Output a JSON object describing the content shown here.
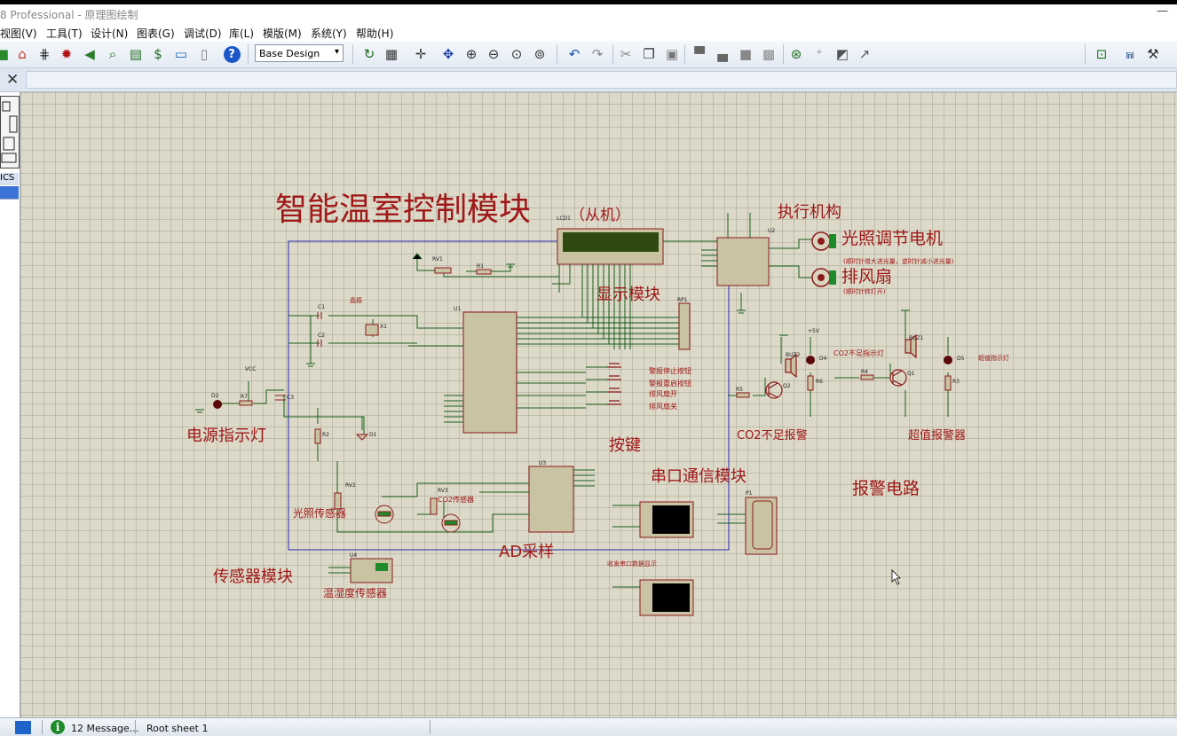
{
  "window": {
    "title": "8 Professional - 原理图绘制"
  },
  "menu": [
    "视图(V)",
    "工具(T)",
    "设计(N)",
    "图表(G)",
    "调试(D)",
    "库(L)",
    "模版(M)",
    "系统(Y)",
    "帮助(H)"
  ],
  "toolbar": {
    "design_variant": "Base Design",
    "icons": [
      "home-icon",
      "pcb-layout-icon",
      "component-icon",
      "back-annotate-icon",
      "search-icon",
      "bom-icon",
      "cost-icon",
      "netlist-icon",
      "document-icon",
      "help-icon",
      "refresh-icon",
      "grid-icon",
      "origin-icon",
      "pan-icon",
      "zoom-in-icon",
      "zoom-out-icon",
      "zoom-all-icon",
      "zoom-area-icon",
      "undo-icon",
      "redo-icon",
      "cut-icon",
      "copy-icon",
      "paste-icon",
      "block-copy-icon",
      "block-move-icon",
      "block-rotate-icon",
      "block-delete-icon",
      "pick-device-icon",
      "make-device-icon",
      "package-tool-icon",
      "decompose-icon",
      "wire-autorouter-icon",
      "search-tag-icon",
      "property-tool-icon"
    ]
  },
  "left_panel": {
    "label": "ICS"
  },
  "schematic": {
    "labels": {
      "main_title": "智能温室控制模块",
      "main_sub": "（从机）",
      "display": "显示模块",
      "actuator": "执行机构",
      "light_motor": "光照调节电机",
      "light_motor_note": "(顺时针增大进光量，逆时针减小进光量)",
      "fan": "排风扇",
      "fan_note": "(顺时针转打开)",
      "crystal": "晶振",
      "power_led": "电源指示灯",
      "keys": "按键",
      "key1": "警报停止按钮",
      "key2": "警报重启按钮",
      "key3": "排风扇开",
      "key4": "排风扇关",
      "co2_indicator": "CO2不足指示灯",
      "co2_alarm": "CO2不足报警",
      "over_indicator": "超值指示灯",
      "over_alarm": "超值报警器",
      "alarm_circuit": "报警电路",
      "serial": "串口通信模块",
      "serial_display": "收发串口数据显示",
      "ad": "AD采样",
      "sensor_module": "传感器模块",
      "light_sensor": "光照传感器",
      "co2_sensor": "CO2传感器",
      "temp_sensor": "温湿度传感器"
    },
    "refs": {
      "lcd": "LCD1",
      "mcu": "U1",
      "driver": "U2",
      "adc": "U3",
      "dht": "U4",
      "rv1": "RV1",
      "rv2": "RV2",
      "rv3": "RV3",
      "rp1": "RP1",
      "r1": "R1",
      "r2": "R2",
      "r3": "R3",
      "r4": "R4",
      "r5": "R5",
      "r6": "R6",
      "r7": "R7",
      "c1": "C1",
      "c2": "C2",
      "c3": "C3",
      "x1": "X1",
      "d1": "D1",
      "d2": "D2",
      "d4": "D4",
      "d5": "D5",
      "q1": "Q1",
      "q2": "Q2",
      "buz1": "BUZ1",
      "buz2": "BUZ2",
      "p1": "P1",
      "vcc": "VCC",
      "vcc2": "+5V"
    }
  },
  "status": {
    "messages": "12 Message...",
    "sheet": "Root sheet 1"
  },
  "colors": {
    "canvas": "#dcd9c9",
    "wire": "#1a5e1a",
    "component": "#8b1a1a",
    "label_red": "#a01818",
    "sheet_border": "#2a2ab0",
    "lcd_screen": "#2f4a10"
  }
}
